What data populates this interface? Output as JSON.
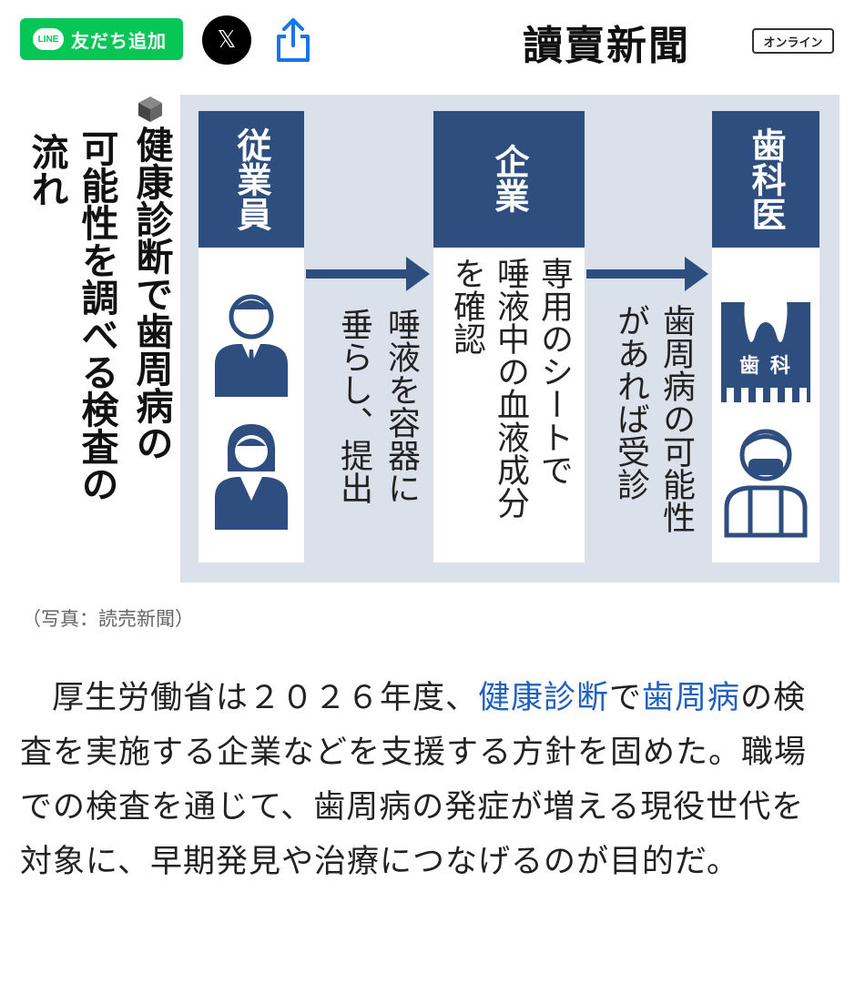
{
  "topbar": {
    "line_button": {
      "logo_text": "LINE",
      "label": "友だち追加"
    },
    "x_button": {
      "glyph": "𝕏"
    },
    "share_icon": "share-icon",
    "masthead": "讀賣新聞",
    "online_badge": "オンライン"
  },
  "graphic": {
    "title_lines": [
      "健康診断で歯周病の",
      "可能性を調べる検査の",
      "流れ"
    ],
    "cards": [
      {
        "head": "従業員",
        "icon": "employee-icons"
      },
      {
        "head": "企業",
        "text_lines": [
          "専用のシートで",
          "唾液中の血液成分",
          "を確認"
        ]
      },
      {
        "head": "歯科医",
        "icon": "dental-clinic-and-dentist-icons",
        "sign": "歯 科"
      }
    ],
    "arrow_notes": [
      [
        "唾液を容器に",
        "垂らし、提出"
      ],
      [
        "歯周病の可能性",
        "があれば受診"
      ]
    ],
    "colors": {
      "header_blue": "#2f4e80",
      "panel_bg": "#dbe1ea",
      "icon_blue": "#2f4e80"
    }
  },
  "caption": "（写真：読売新聞）",
  "article": {
    "before_link1": "厚生労働省は２０２６年度、",
    "link1": "健康診断",
    "between": "で",
    "link2": "歯周病",
    "after": "の検査を実施する企業などを支援する方針を固めた。職場での検査を通じて、歯周病の発症が増える現役世代を対象に、早期発見や治療につなげるのが目的だ。",
    "link_color": "#2060c0"
  }
}
